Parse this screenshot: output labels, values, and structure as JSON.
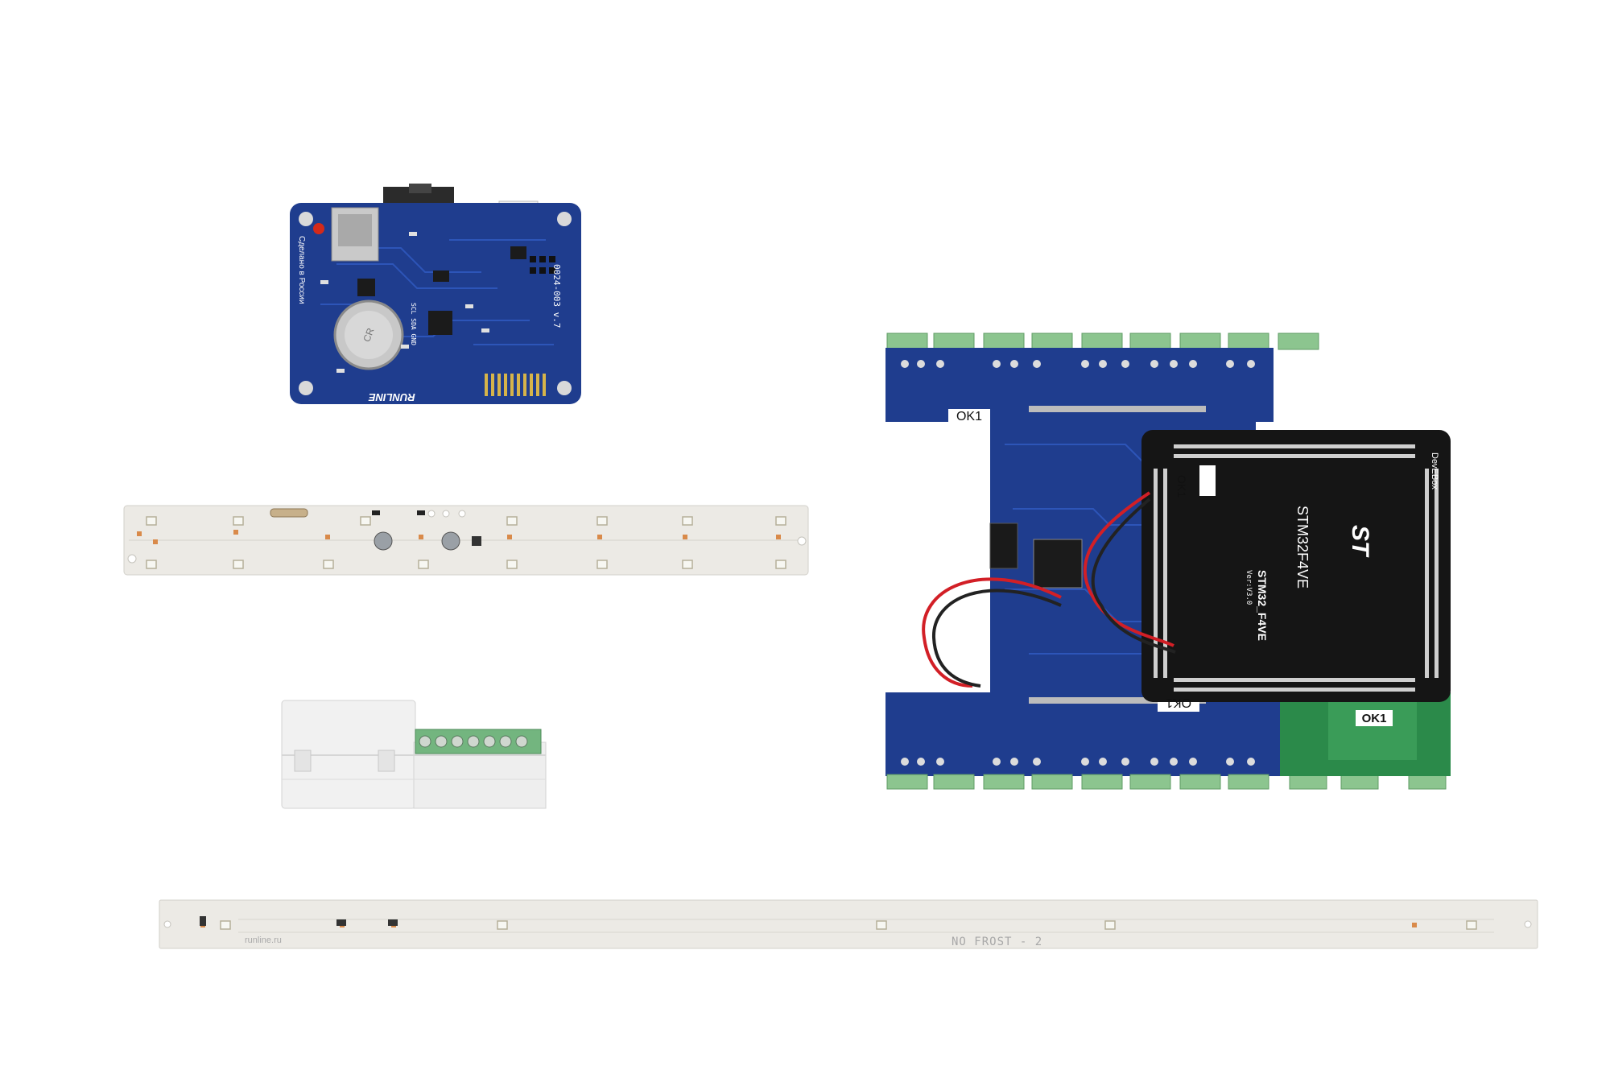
{
  "scene": {
    "background": "#ffffff",
    "board_blue": "#1f3d8e",
    "board_black": "#151515",
    "board_green": "#2b8a4a",
    "strip_white": "#eceae5",
    "connector_green": "#73b57f"
  },
  "controller_board": {
    "label_rev": "0024-003 v.7",
    "label_made": "Сделано в России",
    "brand": "RUNLINE",
    "pins": "SCL SDA GND"
  },
  "mainboard": {
    "ok_top": "OK1",
    "ok_bottom": "OK1",
    "ok_green": "OK1",
    "ok_black": "OK1"
  },
  "stm_board": {
    "model": "STM32_F4VE",
    "model_large": "STM32F4VE",
    "version": "Ver:V3.0",
    "brand": "DevEBox",
    "logo": "ST"
  },
  "long_strip": {
    "site": "runline.ru",
    "name": "NO FROST - 2"
  }
}
